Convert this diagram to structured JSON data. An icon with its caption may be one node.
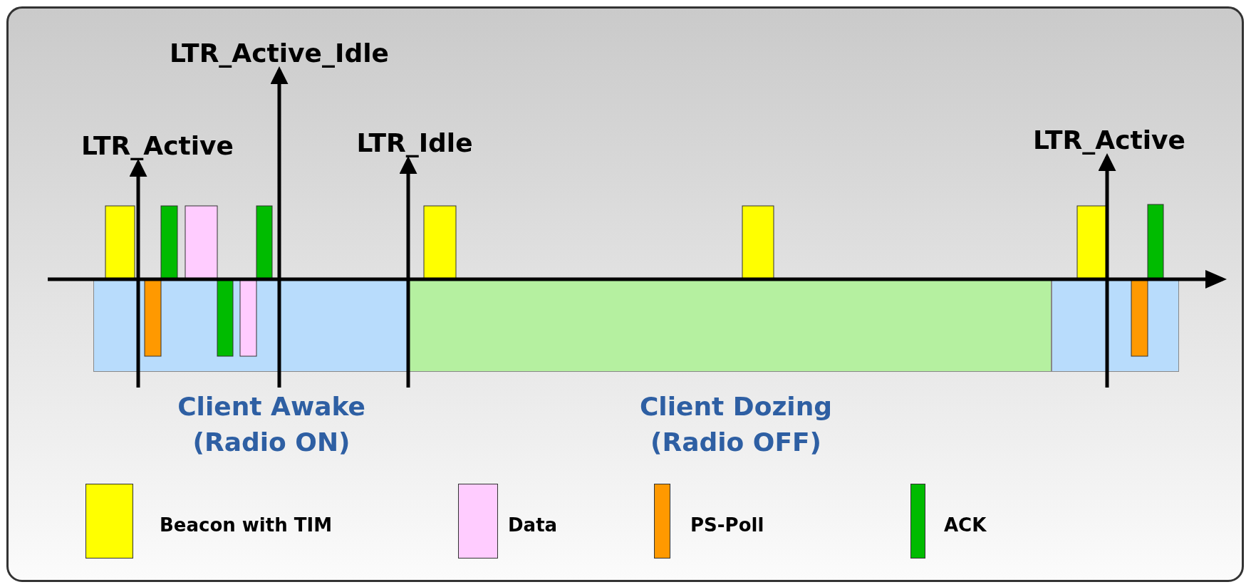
{
  "diagram": {
    "nodes": [
      {
        "text": [
          "LTR_Active"
        ]
      },
      {
        "text": [
          "LTR_Active_Idle"
        ]
      },
      {
        "text": [
          "LTR_Idle"
        ]
      },
      {
        "text": [
          "LTR_Active"
        ]
      },
      {
        "text": [],
        "shape": "bar",
        "beside": [
          "Client Awake (Radio ON)"
        ]
      },
      {
        "text": [],
        "shape": "bar",
        "beside": [
          "Client Dozing (Radio OFF)"
        ]
      },
      {
        "text": [],
        "shape": "bar"
      }
    ],
    "edges": [
      {
        "from": 4,
        "to": 0,
        "arrow": "to"
      },
      {
        "from": 4,
        "to": 1,
        "arrow": "to"
      },
      {
        "from": 4,
        "to": 2,
        "arrow": "to"
      },
      {
        "from": 6,
        "to": 3,
        "arrow": "to"
      }
    ],
    "legend": [
      {
        "text": "Beacon with TIM",
        "color": "#ffff00"
      },
      {
        "text": "Data",
        "color": "#ffccff"
      },
      {
        "text": "PS-Poll",
        "color": "#ff9900"
      },
      {
        "text": "ACK",
        "color": "#00bb00"
      }
    ]
  }
}
